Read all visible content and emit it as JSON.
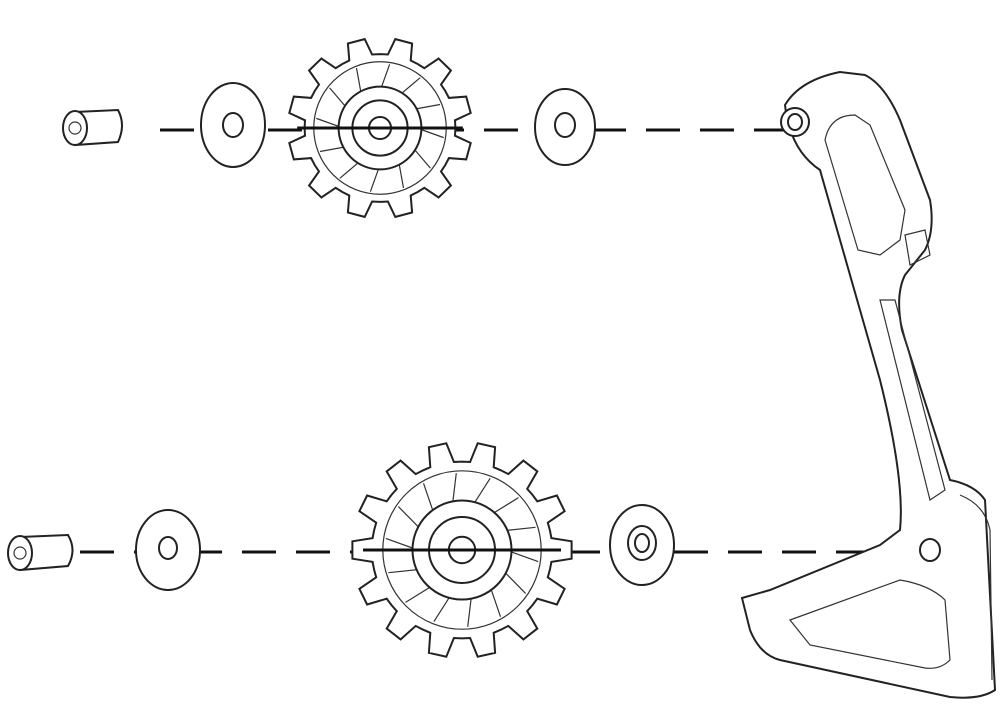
{
  "diagram": {
    "subject": "rear-derailleur-cage-exploded-view",
    "colors": {
      "line": "#222222",
      "background": "#ffffff"
    },
    "upper_pulley": {
      "teeth": 12
    },
    "lower_pulley": {
      "teeth": 14
    }
  }
}
